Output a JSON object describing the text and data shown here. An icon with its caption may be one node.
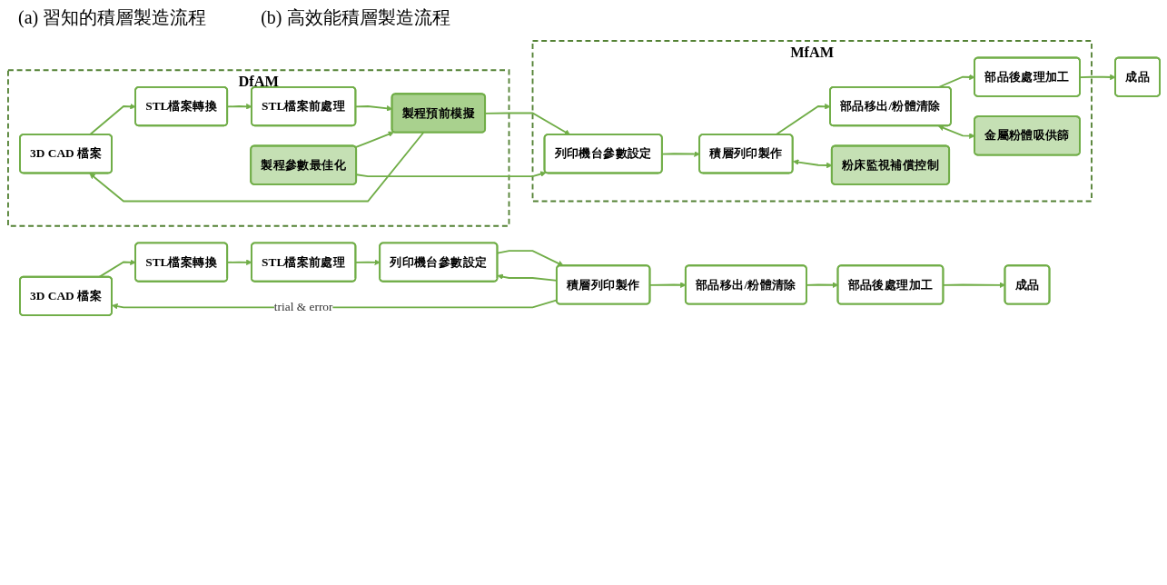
{
  "diagram": {
    "nodes": [
      {
        "text": [
          "3D CAD 檔案"
        ]
      },
      {
        "text": [
          "STL檔案轉換"
        ]
      },
      {
        "text": [
          "STL檔案前處理"
        ]
      },
      {
        "text": [
          "列印機台參數設定"
        ]
      },
      {
        "text": [
          "積層列印製作"
        ]
      },
      {
        "text": [
          "部品移出/粉體清除"
        ]
      },
      {
        "text": [
          "部品後處理加工"
        ]
      },
      {
        "text": [
          "成品"
        ]
      },
      {
        "text": [
          "DfAM"
        ]
      },
      {
        "text": [
          "3D CAD 檔案"
        ],
        "in": 8
      },
      {
        "text": [
          "STL檔案轉換"
        ],
        "in": 8
      },
      {
        "text": [
          "STL檔案前處理"
        ],
        "in": 8
      },
      {
        "text": [
          "製程預前模擬"
        ],
        "in": 8
      },
      {
        "text": [
          "製程參數最佳化"
        ],
        "in": 8
      },
      {
        "text": [
          "MfAM"
        ]
      },
      {
        "text": [
          "列印機台參數設定"
        ],
        "in": 14
      },
      {
        "text": [
          "積層列印製作"
        ],
        "in": 14
      },
      {
        "text": [
          "部品移出/粉體清除"
        ],
        "in": 14
      },
      {
        "text": [
          "部品後處理加工"
        ],
        "in": 14
      },
      {
        "text": [
          "粉床監視補償控制"
        ],
        "in": 14
      },
      {
        "text": [
          "金屬粉體吸供篩"
        ],
        "in": 14
      },
      {
        "text": [
          "成品"
        ]
      }
    ],
    "edges": [
      {
        "from": 0,
        "to": 1,
        "arrow": "to"
      },
      {
        "from": 1,
        "to": 2,
        "arrow": "to"
      },
      {
        "from": 2,
        "to": 3,
        "arrow": "to"
      },
      {
        "from": 3,
        "to": 4,
        "arrow": "to"
      },
      {
        "from": 4,
        "to": 5,
        "arrow": "to"
      },
      {
        "from": 5,
        "to": 6,
        "arrow": "to"
      },
      {
        "from": 6,
        "to": 7,
        "arrow": "to"
      },
      {
        "from": 4,
        "to": 0,
        "arrow": "to",
        "label": "trial & error"
      },
      {
        "from": 4,
        "to": 3,
        "arrow": "to"
      },
      {
        "from": 9,
        "to": 10,
        "arrow": "to"
      },
      {
        "from": 10,
        "to": 11,
        "arrow": "to"
      },
      {
        "from": 11,
        "to": 12,
        "arrow": "to"
      },
      {
        "from": 12,
        "to": 15,
        "arrow": "to"
      },
      {
        "from": 15,
        "to": 16,
        "arrow": "to"
      },
      {
        "from": 16,
        "to": 17,
        "arrow": "to"
      },
      {
        "from": 17,
        "to": 18,
        "arrow": "to"
      },
      {
        "from": 18,
        "to": 21,
        "arrow": "to"
      },
      {
        "from": 12,
        "to": 9,
        "arrow": "to"
      },
      {
        "from": 13,
        "to": 12,
        "arrow": "to"
      },
      {
        "from": 13,
        "to": 15,
        "arrow": "to"
      },
      {
        "from": 16,
        "to": 19,
        "arrow": "both"
      },
      {
        "from": 17,
        "to": 20,
        "arrow": "both"
      }
    ],
    "labels": [
      "(a) 習知的積層製造流程",
      "(b) 高效能積層製造流程"
    ]
  }
}
